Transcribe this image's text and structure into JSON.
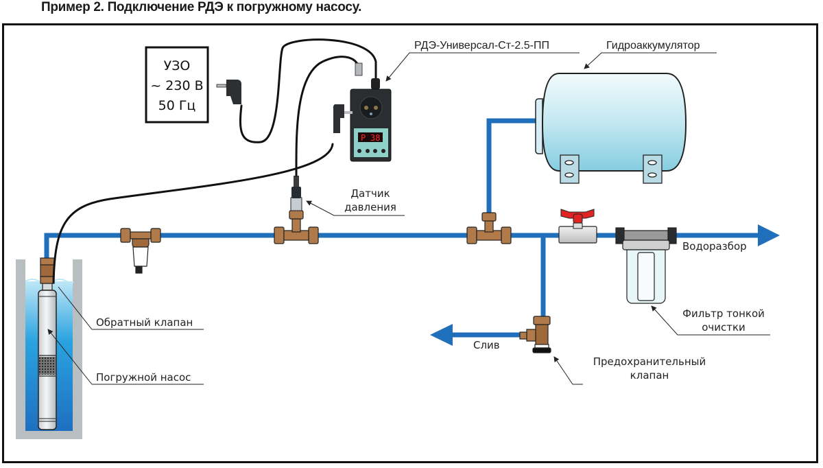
{
  "title": "Пример 2. Подключение РДЭ к погружному насосу.",
  "power_source": {
    "line1": "УЗО",
    "line2": "~ 230 В",
    "line3": "50 Гц"
  },
  "labels": {
    "controller": "РДЭ-Универсал-Ст-2.5-ПП",
    "accumulator": "Гидроаккумулятор",
    "pressure_sensor_1": "Датчик",
    "pressure_sensor_2": "давления",
    "water_outlet": "Водоразбор",
    "fine_filter_1": "Фильтр тонкой",
    "fine_filter_2": "очистки",
    "drain": "Слив",
    "safety_valve_1": "Предохранительный",
    "safety_valve_2": "клапан",
    "check_valve": "Обратный клапан",
    "submersible_pump": "Погружной насос"
  },
  "controller_display": {
    "mode": "P",
    "value": "38"
  },
  "colors": {
    "pipe": "#1f6fba",
    "brass": "#b07a4a",
    "water": "#2aa3e0",
    "tank": "#a9dcea",
    "valve_handle": "#e02424",
    "controller_body": "#2b2e31",
    "display_panel": "#8fd0c8"
  }
}
